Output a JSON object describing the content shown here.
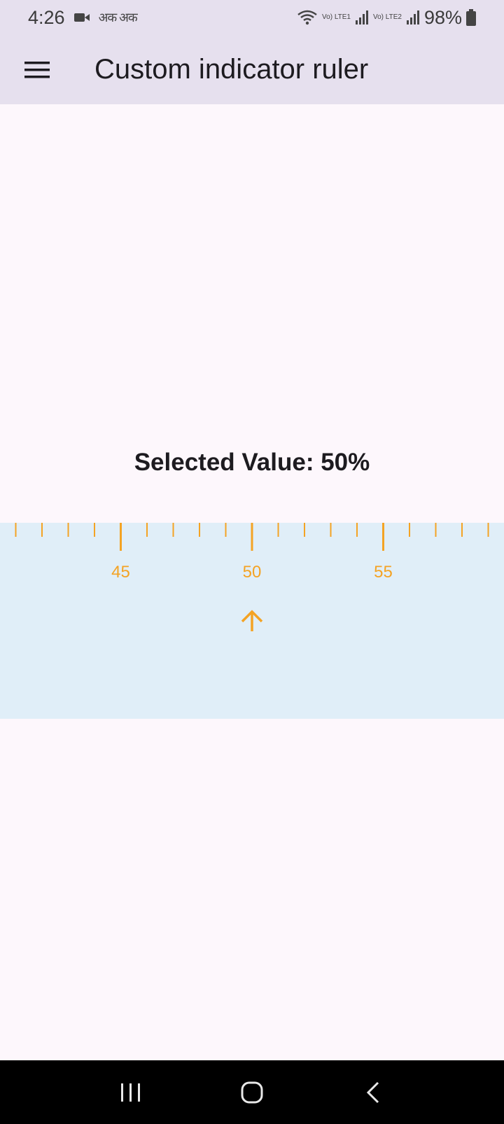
{
  "status_bar": {
    "time": "4:26",
    "left_glyphs": "अक अक",
    "battery": "98%",
    "sim1_label": "Vo) LTE1",
    "sim2_label": "Vo) LTE2",
    "icons": [
      "video-record-icon",
      "wifi-icon",
      "signal-icon",
      "battery-icon"
    ]
  },
  "app_bar": {
    "title": "Custom indicator ruler",
    "menu_icon": "hamburger-menu-icon"
  },
  "main": {
    "selected_value_text": "Selected Value: 50%",
    "ruler": {
      "selected_value": 50,
      "visible_min": 41,
      "visible_max": 59,
      "major_step": 5,
      "labels": [
        "45",
        "50",
        "55"
      ],
      "indicator_icon": "arrow-up-icon",
      "accent_color": "#f4a324",
      "background_color": "#e0eef8"
    }
  },
  "nav_bar": {
    "buttons": [
      "recent-apps-button",
      "home-button",
      "back-button"
    ]
  }
}
